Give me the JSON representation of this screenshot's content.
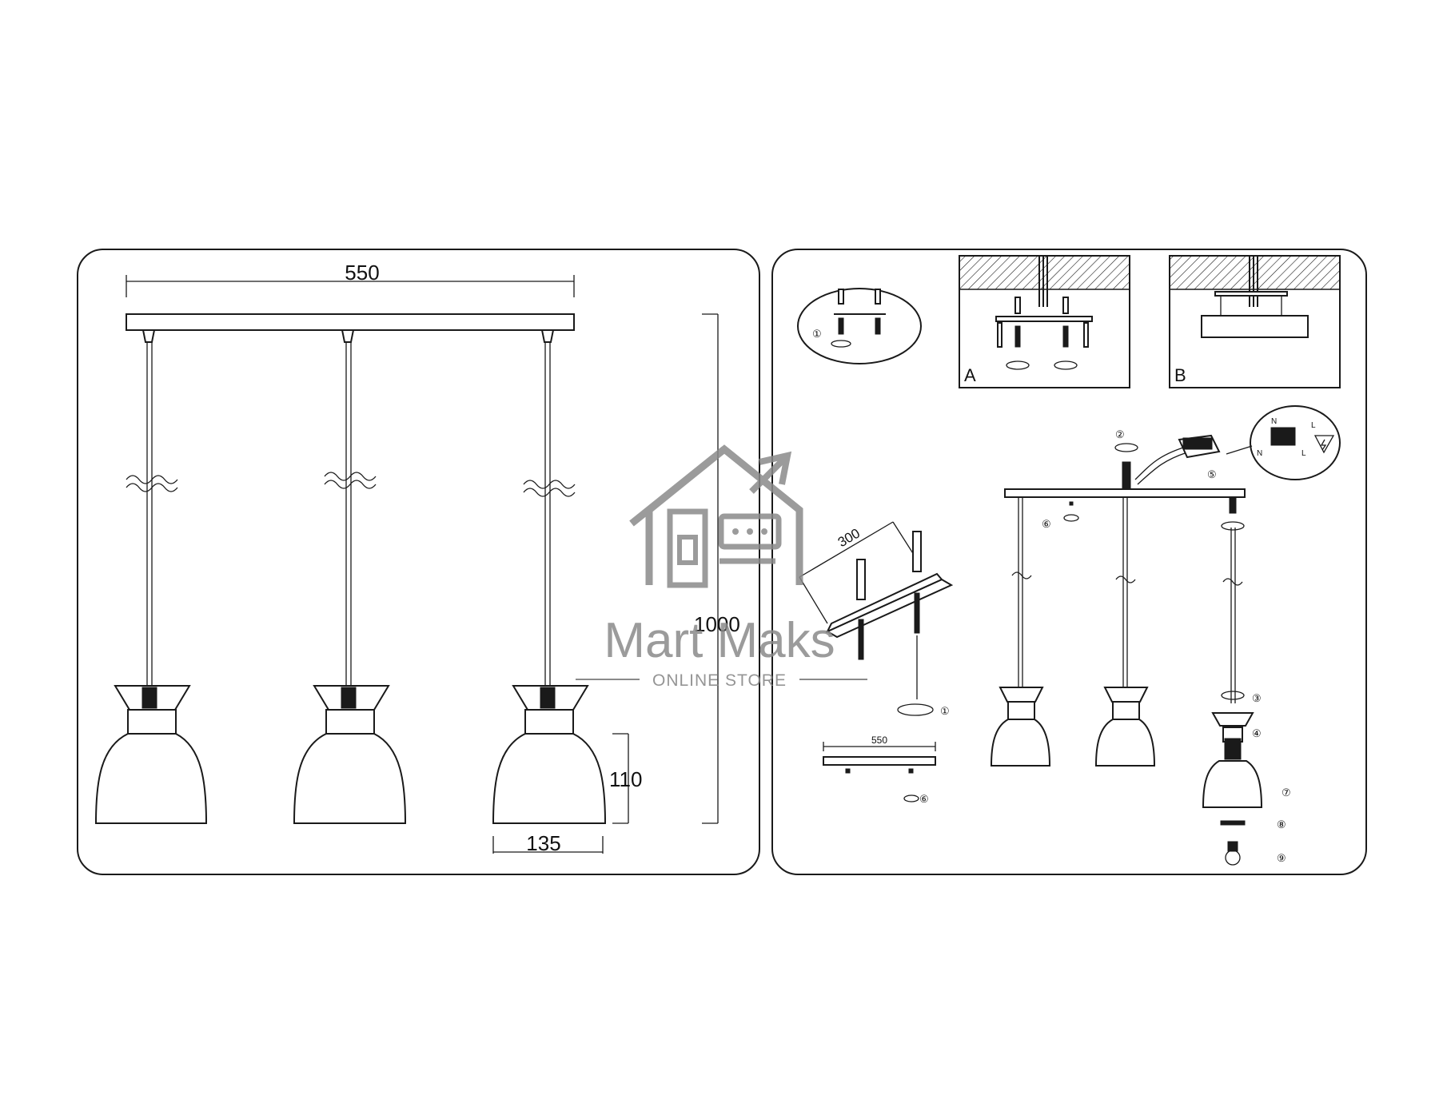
{
  "dimensions": {
    "bar_width": "550",
    "total_height": "1000",
    "shade_height": "110",
    "shade_width": "135",
    "bracket_length": "300",
    "canopy_width_small": "550"
  },
  "panels": {
    "detail_a_label": "A",
    "detail_b_label": "B"
  },
  "steps": {
    "s1": "①",
    "s2": "②",
    "s3": "③",
    "s4": "④",
    "s5": "⑤",
    "s6": "⑥",
    "s7": "⑦",
    "s8": "⑧",
    "s9": "⑨"
  },
  "wiring": {
    "neutral_1": "N",
    "live_1": "L",
    "neutral_2": "N",
    "live_2": "L"
  },
  "watermark": {
    "brand": "Mart Maks",
    "tagline": "ONLINE STORE"
  },
  "icons": [
    "house-logo-icon",
    "warning-icon",
    "bulb-icon",
    "rotate-arrow-icon"
  ]
}
